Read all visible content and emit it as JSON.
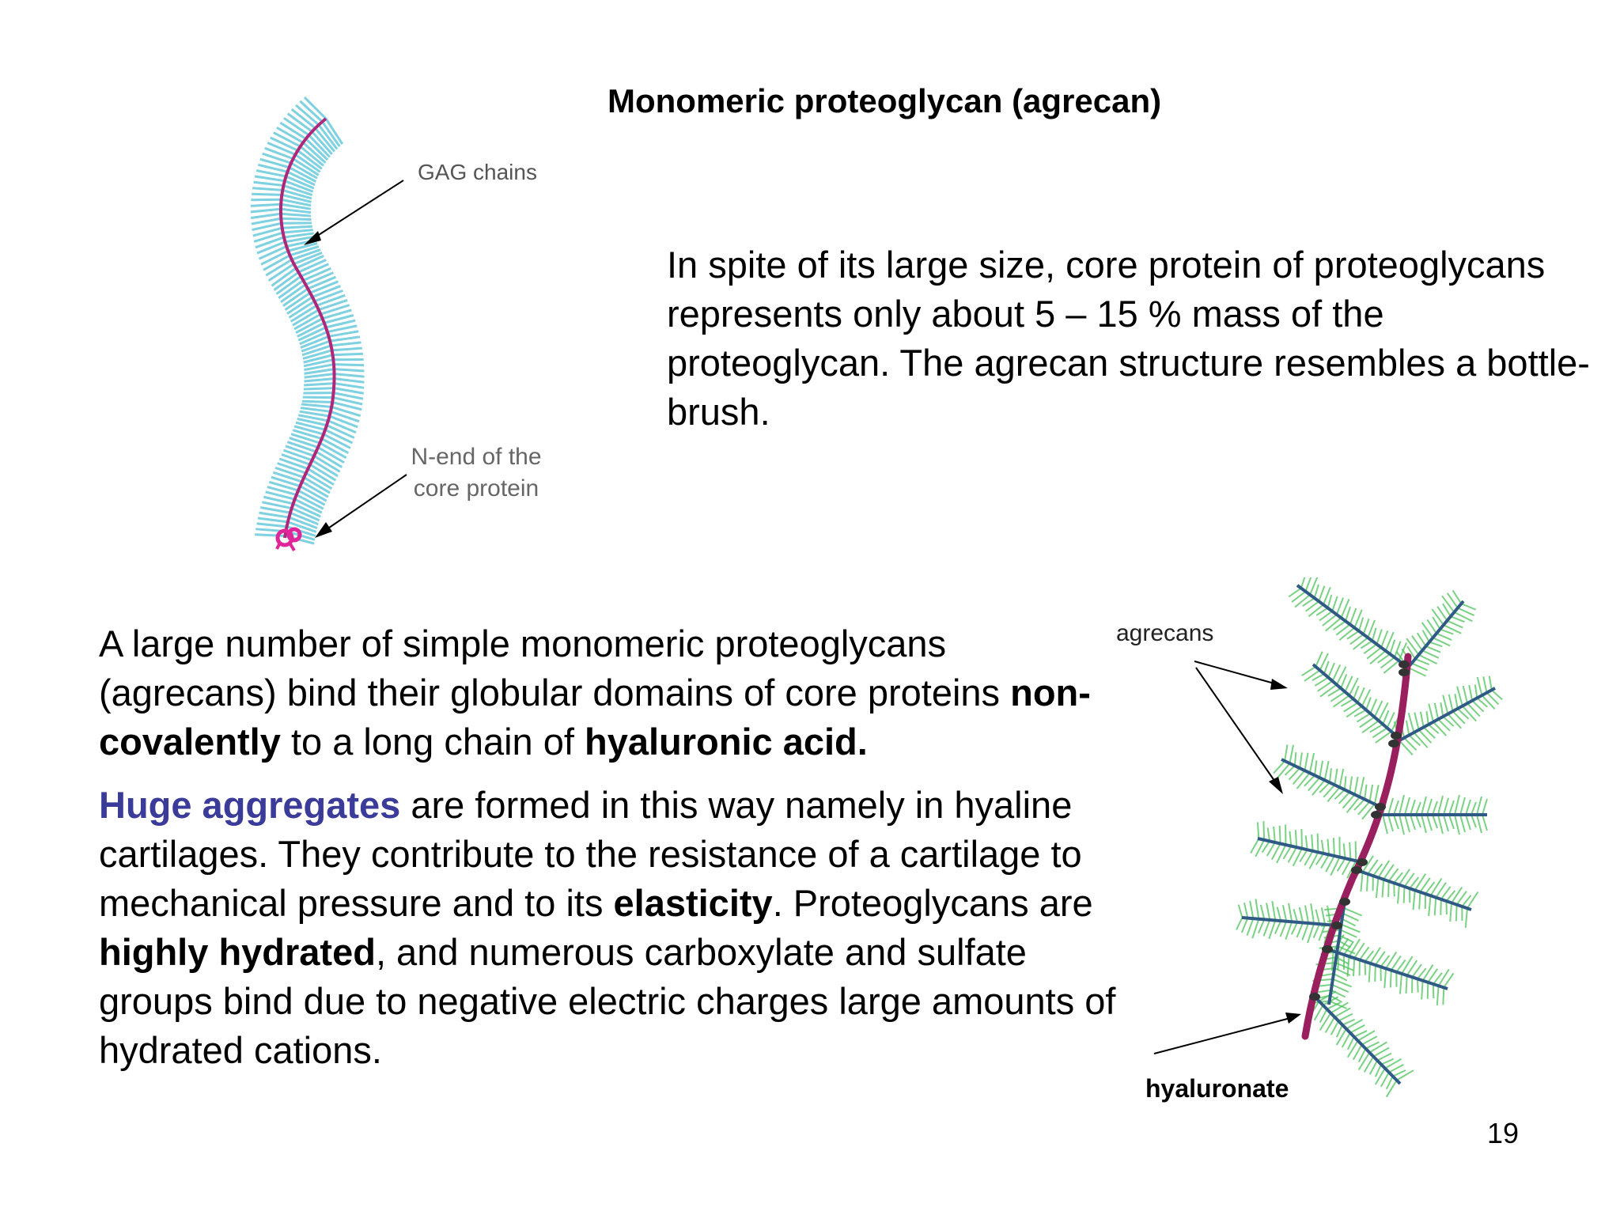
{
  "title": "Monomeric proteoglycan (agrecan)",
  "intro": "In spite of its large size, core protein of proteoglycans represents only about 5 – 15 % mass of the proteoglycan. The agrecan structure resembles a bottle-brush.",
  "labels": {
    "gag_chains": "GAG chains",
    "n_end_line1": "N-end of the",
    "n_end_line2": "core protein",
    "agrecans": "agrecans",
    "hyaluronate": "hyaluronate"
  },
  "para1": {
    "t1": "A large number of simple monomeric proteoglycans (agrecans) bind their globular domains of core proteins ",
    "b1": "non-covalently",
    "t2": " to a long chain of ",
    "b2": "hyaluronic acid."
  },
  "para2": {
    "blue": "Huge aggregates",
    "t1": " are formed in this way namely in hyaline cartilages. They contribute to the resistance of a cartilage to mechanical pressure and to its ",
    "b1": "elasticity",
    "t2": ". Proteoglycans are ",
    "b2": "highly hydrated",
    "t3": ", and numerous carboxylate and sulfate groups bind due to negative electric charges large amounts of hydrated cations."
  },
  "page_number": "19",
  "colors": {
    "bristle": "#5cc6d8",
    "core": "#b0267a",
    "n_end": "#e0259a",
    "green_bristle": "#4cc35a",
    "agrecan_core": "#2f5a86",
    "hyaluronate": "#9a1f5e",
    "accent_blue": "#3b3b9a"
  }
}
